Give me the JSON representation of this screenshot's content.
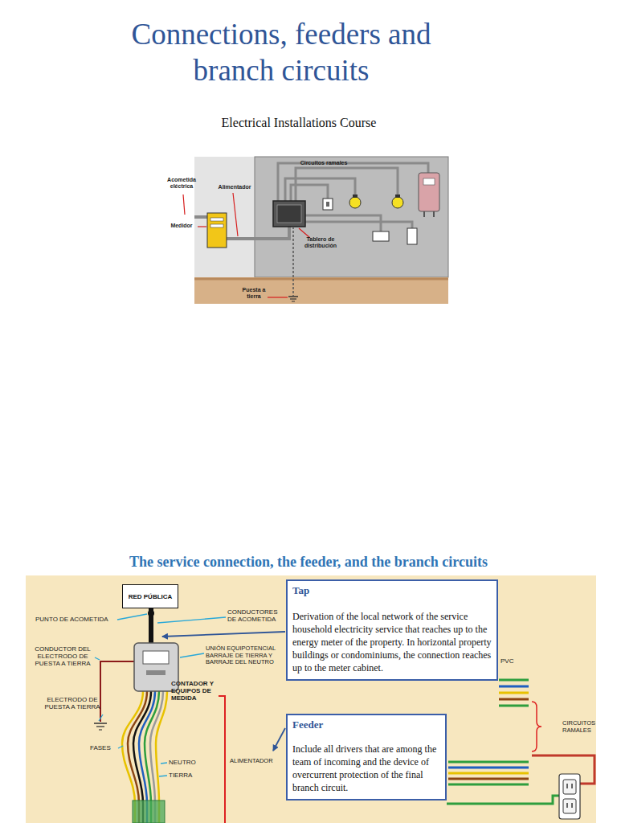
{
  "diagram": {
    "title": "Connections, feeders and branch circuits",
    "nodes": [
      {
        "text": [
          "RED PÚBLICA"
        ]
      },
      {
        "text": [
          "Tap",
          "Derivation of the local network of the service household electricity service that reaches up to the energy meter of the property. In horizontal property buildings or condominiums, the connection reaches up to the meter cabinet."
        ]
      },
      {
        "text": [
          "Feeder",
          "Include all drivers that are among the team of incoming and the device of overcurrent protection of the final branch circuit."
        ]
      }
    ],
    "labels": [
      "Electrical Installations Course",
      "Circuitos ramales",
      "Acometida eléctrica",
      "Alimentador",
      "Medidor",
      "Tablero de distribución",
      "Puesta a tierra",
      "The service connection, the feeder, and the branch circuits",
      "PUNTO DE ACOMETIDA",
      "CONDUCTORES DE ACOMETIDA",
      "CONDUCTOR DEL ELECTRODO DE PUESTA A TIERRA",
      "UNIÓN EQUIPOTENCIAL BARRAJE DE TIERRA Y BARRAJE DEL NEUTRO",
      "CONTADOR Y EQUIPOS DE MEDIDA",
      "ELECTRODO DE PUESTA A TIERRA",
      "FASES",
      "NEUTRO",
      "TIERRA",
      "ALIMENTADOR",
      "PVC",
      "CIRCUITOS RAMALES"
    ]
  }
}
